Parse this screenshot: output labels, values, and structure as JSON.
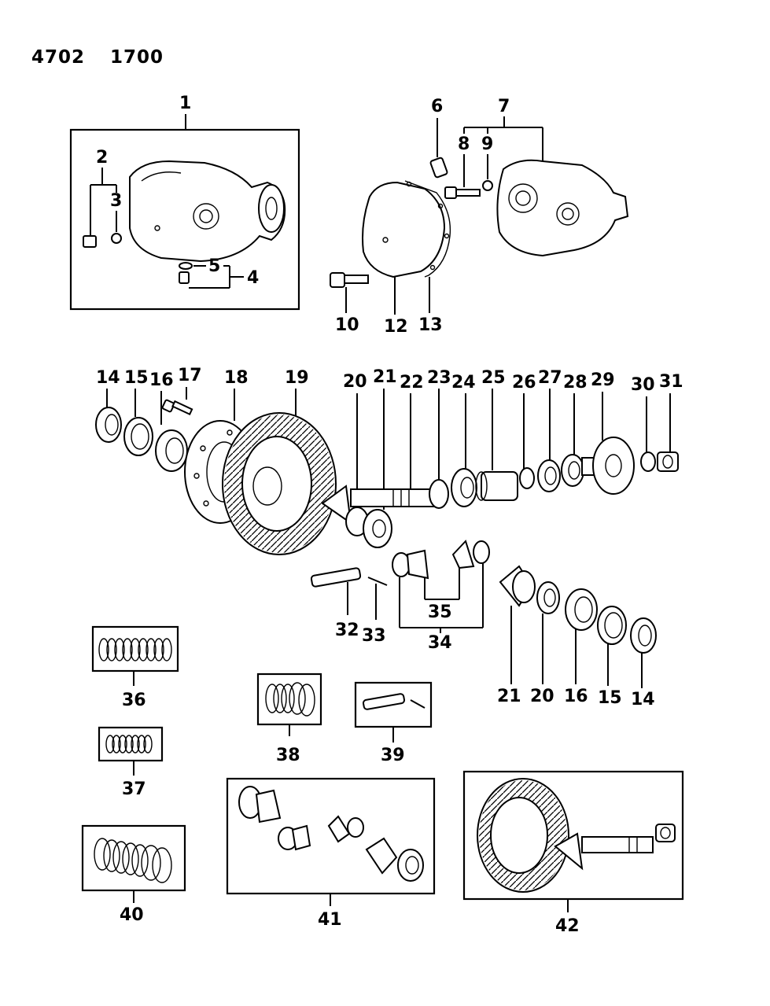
{
  "header": {
    "code_a": "4702",
    "code_b": "1700"
  },
  "labels": {
    "l1": "1",
    "l2": "2",
    "l3": "3",
    "l4": "4",
    "l5": "5",
    "l6": "6",
    "l7": "7",
    "l8": "8",
    "l9": "9",
    "l10": "10",
    "l12": "12",
    "l13": "13",
    "l14": "14",
    "l15": "15",
    "l16": "16",
    "l17": "17",
    "l18": "18",
    "l19": "19",
    "l20": "20",
    "l21": "21",
    "l22": "22",
    "l23": "23",
    "l24": "24",
    "l25": "25",
    "l26": "26",
    "l27": "27",
    "l28": "28",
    "l29": "29",
    "l30": "30",
    "l31": "31",
    "l32": "32",
    "l33": "33",
    "l34": "34",
    "l35": "35",
    "l36": "36",
    "l37": "37",
    "l38": "38",
    "l39": "39",
    "l40": "40",
    "l41": "41",
    "l42": "42"
  },
  "colors": {
    "ink": "#000000",
    "paper": "#ffffff"
  }
}
